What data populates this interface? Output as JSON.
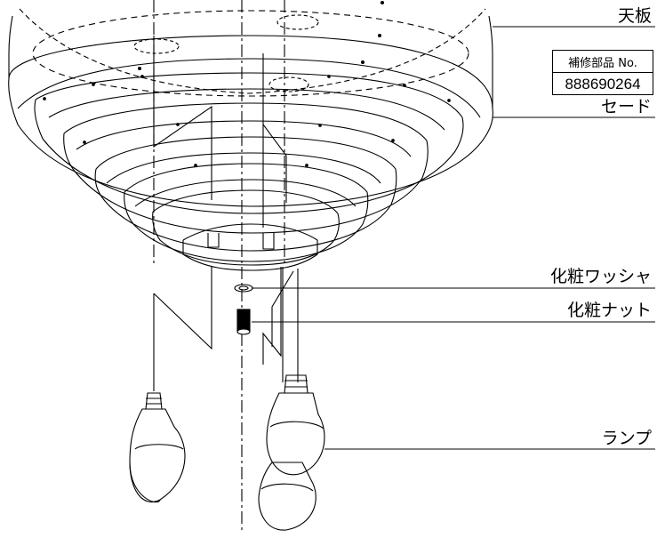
{
  "labels": {
    "ceiling_plate": "天板",
    "shade": "セード",
    "decorative_washer": "化粧ワッシャ",
    "decorative_nut": "化粧ナット",
    "lamp": "ランプ"
  },
  "repair_part": {
    "header": "補修部品 No.",
    "number": "888690264"
  }
}
